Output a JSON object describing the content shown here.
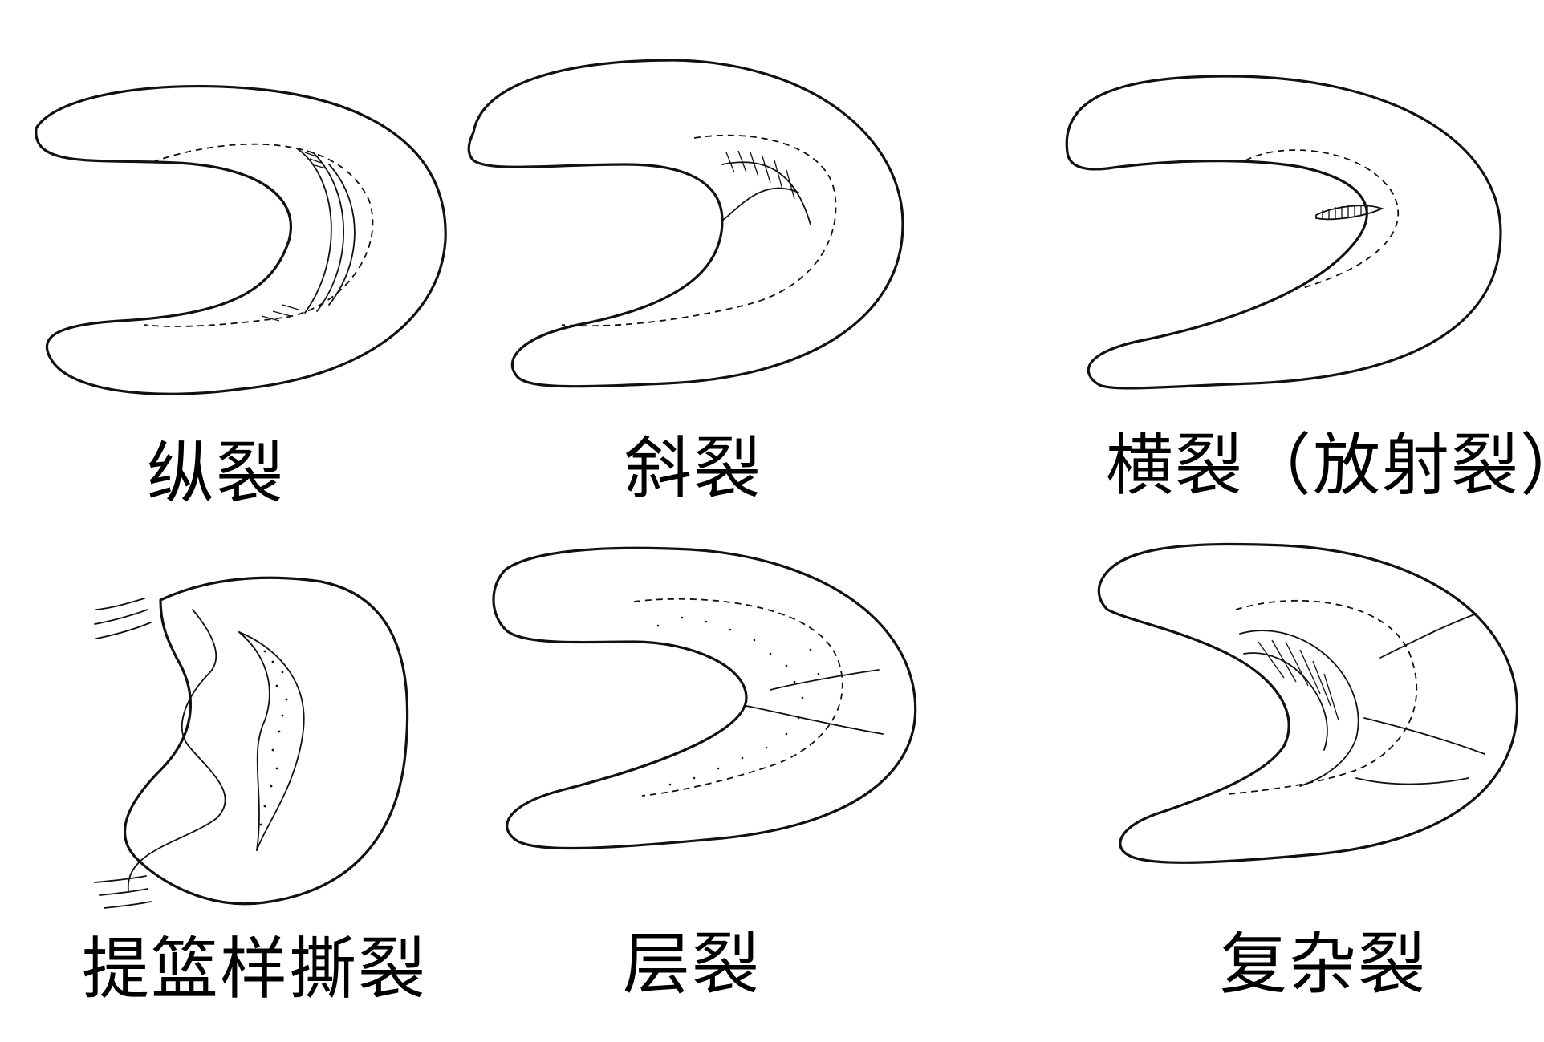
{
  "figure": {
    "panels": [
      {
        "id": "longitudinal",
        "label": "纵裂",
        "icon": "meniscus-longitudinal-tear-icon"
      },
      {
        "id": "oblique",
        "label": "斜裂",
        "icon": "meniscus-oblique-tear-icon"
      },
      {
        "id": "transverse",
        "label": "横裂（放射裂）",
        "icon": "meniscus-radial-tear-icon"
      },
      {
        "id": "bucket-handle",
        "label": "提篮样撕裂",
        "icon": "meniscus-bucket-handle-tear-icon"
      },
      {
        "id": "horizontal",
        "label": "层裂",
        "icon": "meniscus-horizontal-tear-icon"
      },
      {
        "id": "complex",
        "label": "复杂裂",
        "icon": "meniscus-complex-tear-icon"
      }
    ],
    "colors": {
      "ink": "#111111",
      "paper": "#ffffff"
    }
  }
}
